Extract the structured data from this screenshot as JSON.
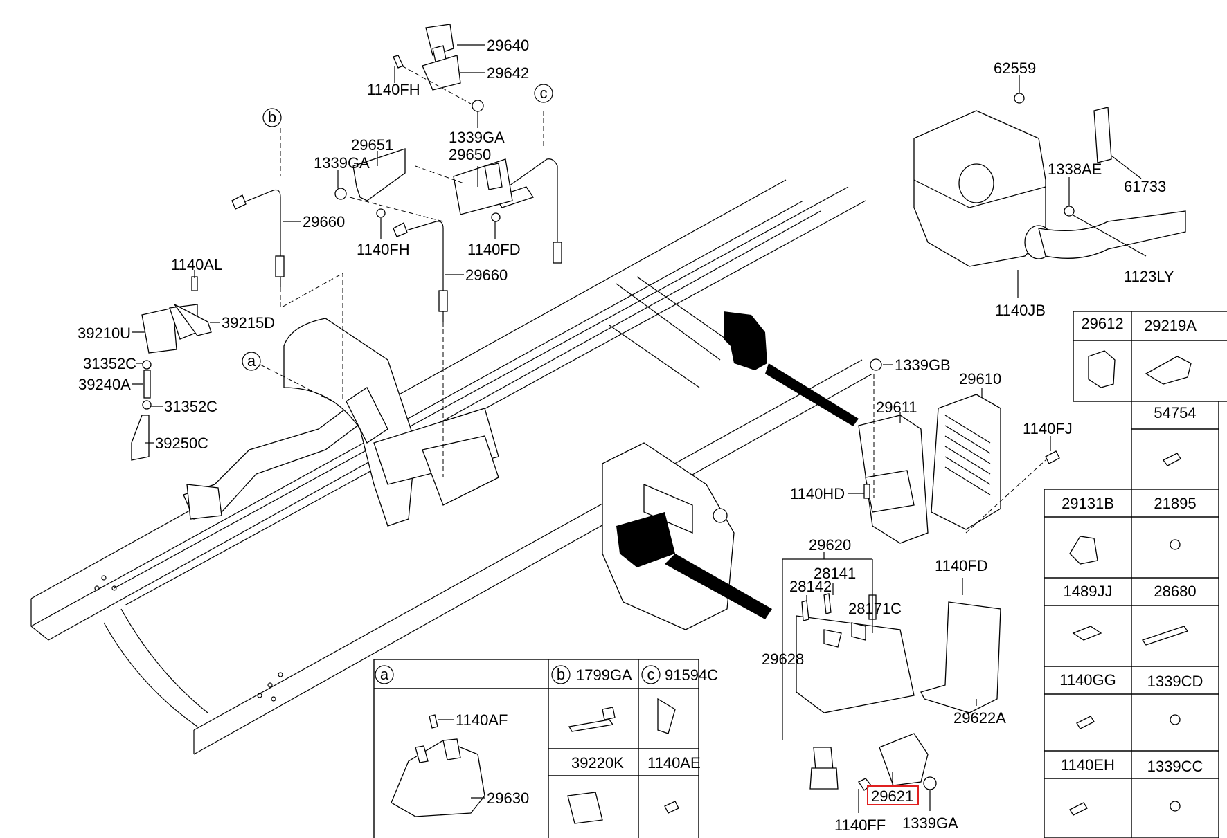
{
  "diagram": {
    "title": "Fuel / Emission control parts schematic",
    "highlight_color": "#e02020",
    "callouts": [
      {
        "id": "c1",
        "label": "29640"
      },
      {
        "id": "c2",
        "label": "29642"
      },
      {
        "id": "c3",
        "label": "1140FH"
      },
      {
        "id": "c4",
        "label": "1339GA"
      },
      {
        "id": "c5",
        "label": "29650"
      },
      {
        "id": "c6",
        "label": "29651"
      },
      {
        "id": "c7",
        "label": "1339GA"
      },
      {
        "id": "c8",
        "label": "29660"
      },
      {
        "id": "c9",
        "label": "1140FH"
      },
      {
        "id": "c10",
        "label": "1140FD"
      },
      {
        "id": "c11",
        "label": "29660"
      },
      {
        "id": "c12",
        "label": "1140AL"
      },
      {
        "id": "c13",
        "label": "39215D"
      },
      {
        "id": "c14",
        "label": "39210U"
      },
      {
        "id": "c15",
        "label": "31352C"
      },
      {
        "id": "c16",
        "label": "39240A"
      },
      {
        "id": "c17",
        "label": "31352C"
      },
      {
        "id": "c18",
        "label": "39250C"
      },
      {
        "id": "c19",
        "label": "62559"
      },
      {
        "id": "c20",
        "label": "61733"
      },
      {
        "id": "c21",
        "label": "1338AE"
      },
      {
        "id": "c22",
        "label": "1123LY"
      },
      {
        "id": "c23",
        "label": "1140JB"
      },
      {
        "id": "c24",
        "label": "1339GB"
      },
      {
        "id": "c25",
        "label": "29610"
      },
      {
        "id": "c26",
        "label": "29611"
      },
      {
        "id": "c27",
        "label": "1140FJ"
      },
      {
        "id": "c28",
        "label": "1140HD"
      },
      {
        "id": "c29",
        "label": "29620"
      },
      {
        "id": "c30",
        "label": "28141"
      },
      {
        "id": "c31",
        "label": "28142"
      },
      {
        "id": "c32",
        "label": "28171C"
      },
      {
        "id": "c33",
        "label": "29628"
      },
      {
        "id": "c34",
        "label": "1140FD"
      },
      {
        "id": "c35",
        "label": "29622A"
      },
      {
        "id": "c36",
        "label": "29621",
        "highlighted": true
      },
      {
        "id": "c37",
        "label": "1140FF"
      },
      {
        "id": "c38",
        "label": "1339GA"
      }
    ],
    "ref_markers": [
      {
        "id": "a",
        "label": "a"
      },
      {
        "id": "b",
        "label": "b"
      },
      {
        "id": "c",
        "label": "c"
      }
    ]
  },
  "detail_table": {
    "cells": [
      {
        "marker": "a",
        "label": "",
        "sub_labels": [
          "1140AF",
          "29630"
        ]
      },
      {
        "marker": "b",
        "label": "1799GA"
      },
      {
        "marker": "c",
        "label": "91594C"
      },
      {
        "marker": "",
        "label": "39220K"
      },
      {
        "marker": "",
        "label": "1140AE"
      }
    ]
  },
  "parts_table": {
    "cells": [
      {
        "label": "29612"
      },
      {
        "label": "29219A"
      },
      {
        "label": "54754"
      },
      {
        "label": "29131B"
      },
      {
        "label": "21895"
      },
      {
        "label": "1489JJ"
      },
      {
        "label": "28680"
      },
      {
        "label": "1140GG"
      },
      {
        "label": "1339CD"
      },
      {
        "label": "1140EH"
      },
      {
        "label": "1339CC"
      }
    ]
  }
}
